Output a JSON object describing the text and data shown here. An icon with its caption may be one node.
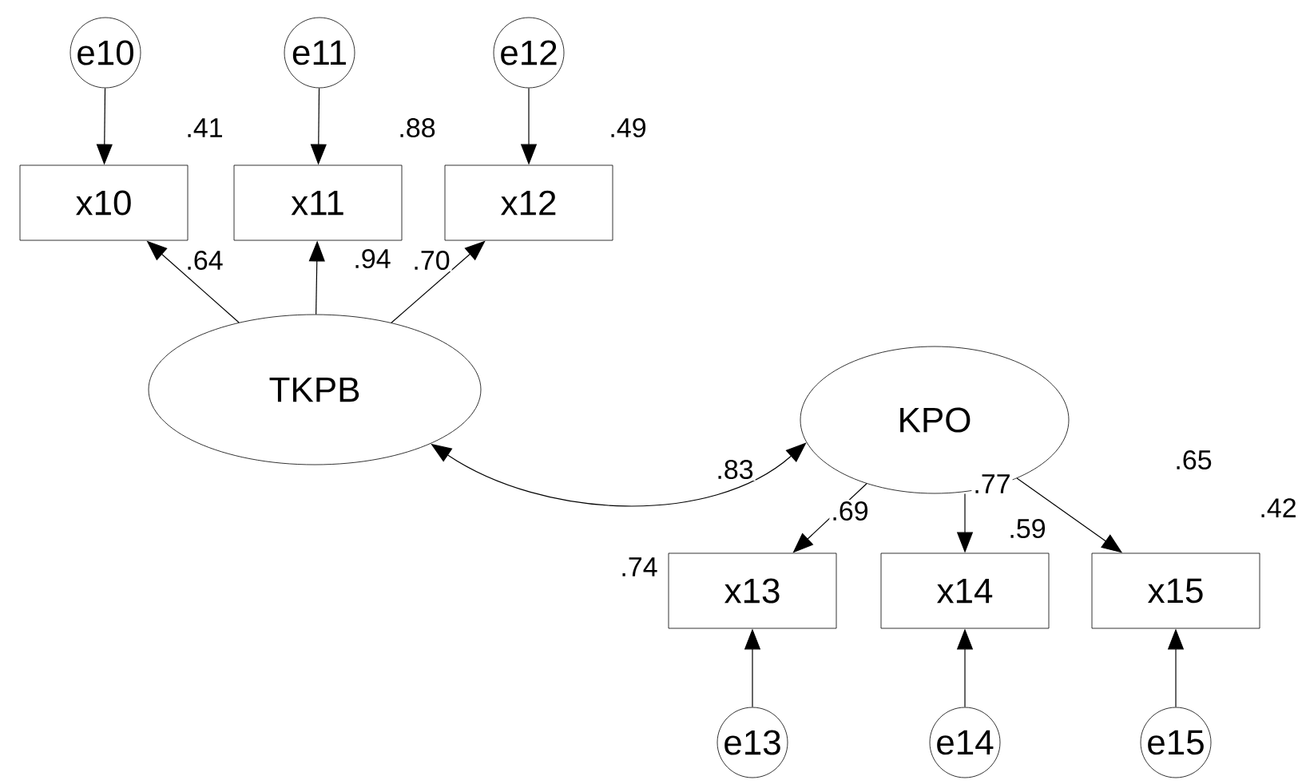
{
  "diagram": {
    "nodes": [
      {
        "text": [
          "e10"
        ]
      },
      {
        "text": [
          "e11"
        ]
      },
      {
        "text": [
          "e12"
        ]
      },
      {
        "text": [
          "x10"
        ],
        "beside": [
          ".41"
        ]
      },
      {
        "text": [
          "x11"
        ],
        "beside": [
          ".88"
        ]
      },
      {
        "text": [
          "x12"
        ],
        "beside": [
          ".49"
        ]
      },
      {
        "text": [
          "TKPB"
        ]
      },
      {
        "text": [
          "KPO"
        ]
      },
      {
        "text": [
          "x13"
        ],
        "beside": [
          ".74"
        ]
      },
      {
        "text": [
          "x14"
        ],
        "beside": [
          ".59"
        ]
      },
      {
        "text": [
          "x15"
        ],
        "beside": [
          ".42"
        ]
      },
      {
        "text": [
          "e13"
        ]
      },
      {
        "text": [
          "e14"
        ]
      },
      {
        "text": [
          "e15"
        ]
      }
    ],
    "edges": [
      {
        "from": 0,
        "to": 3,
        "arrow": "to"
      },
      {
        "from": 1,
        "to": 4,
        "arrow": "to"
      },
      {
        "from": 2,
        "to": 5,
        "arrow": "to"
      },
      {
        "from": 6,
        "to": 3,
        "arrow": "to",
        "label": ".64"
      },
      {
        "from": 6,
        "to": 4,
        "arrow": "to",
        "label": ".94"
      },
      {
        "from": 6,
        "to": 5,
        "arrow": "to",
        "label": ".70"
      },
      {
        "from": 6,
        "to": 7,
        "arrow": "both",
        "label": ".83"
      },
      {
        "from": 7,
        "to": 8,
        "arrow": "to",
        "label": ".69"
      },
      {
        "from": 7,
        "to": 9,
        "arrow": "to",
        "label": ".77"
      },
      {
        "from": 7,
        "to": 10,
        "arrow": "to",
        "label": ".65"
      },
      {
        "from": 11,
        "to": 8,
        "arrow": "to"
      },
      {
        "from": 12,
        "to": 9,
        "arrow": "to"
      },
      {
        "from": 13,
        "to": 10,
        "arrow": "to"
      }
    ]
  }
}
